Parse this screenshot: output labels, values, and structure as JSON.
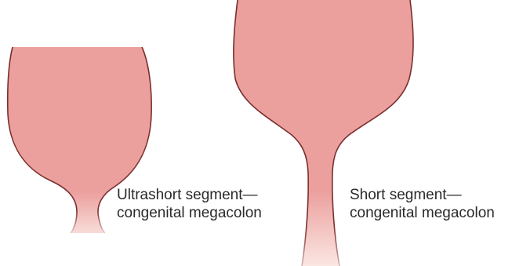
{
  "diagram": {
    "colors": {
      "tissue_fill": "#EBA09E",
      "tissue_light": "#F6D2CC",
      "outline": "#7A2E2E",
      "background": "#FFFFFF"
    },
    "panels": [
      {
        "id": "ultrashort",
        "caption_line1": "Ultrashort segment—",
        "caption_line2": "congenital megacolon"
      },
      {
        "id": "short",
        "caption_line1": "Short segment—",
        "caption_line2": "congenital megacolon"
      }
    ]
  }
}
